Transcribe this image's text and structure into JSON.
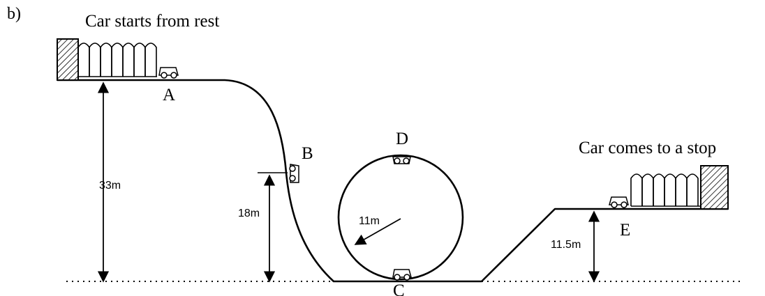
{
  "part_label": "b)",
  "captions": {
    "start": "Car starts from rest",
    "stop": "Car comes to a stop"
  },
  "points": {
    "a": "A",
    "b": "B",
    "c": "C",
    "d": "D",
    "e": "E"
  },
  "measurements": {
    "height_a": "33m",
    "height_b": "18m",
    "loop_radius": "11m",
    "height_e": "11.5m"
  }
}
